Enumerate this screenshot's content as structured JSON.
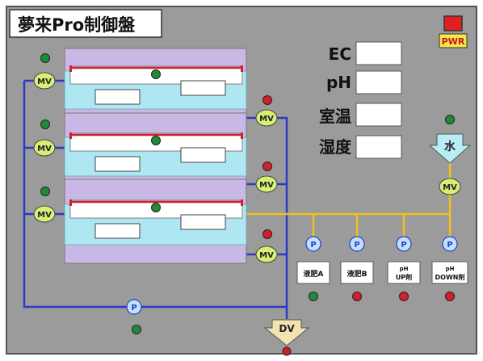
{
  "title": "夢来Pro制御盤",
  "pwr": {
    "label": "PWR",
    "color": "#e02020"
  },
  "sensors": [
    {
      "label": "EC",
      "value": ""
    },
    {
      "label": "pH",
      "value": ""
    },
    {
      "label": "室温",
      "value": ""
    },
    {
      "label": "湿度",
      "value": ""
    }
  ],
  "valve_label": "MV",
  "pump_label": "P",
  "water_label": "水",
  "drain_label": "DV",
  "tanks": [
    {
      "name": "液肥A"
    },
    {
      "name": "液肥B"
    },
    {
      "name_line1": "pH",
      "name_line2": "UP剤"
    },
    {
      "name_line1": "pH",
      "name_line2": "DOWN剤"
    }
  ],
  "colors": {
    "panel_bg": "#9b9b9b",
    "led_green": "#1f8a3a",
    "led_red": "#d31f2a",
    "pipe_blue": "#2b3bc8",
    "pipe_yellow": "#f0c020",
    "tray_purple": "#c9b8e6",
    "water": "#aee6f2",
    "valve_fill": "#d6ef74",
    "arrow_water": "#b8ecf7",
    "arrow_drain": "#f3e3b0"
  }
}
